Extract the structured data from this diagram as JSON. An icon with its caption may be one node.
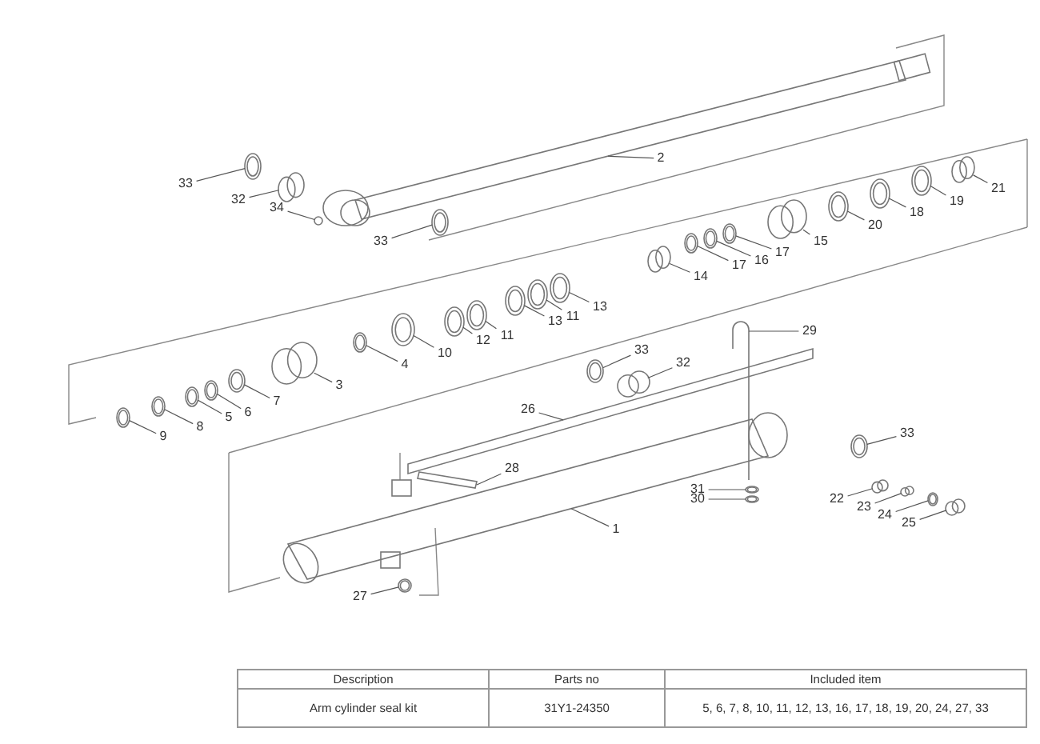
{
  "diagram": {
    "nodes": [
      {
        "text": [
          "2"
        ]
      },
      {
        "text": [
          "33"
        ]
      },
      {
        "text": [
          "32"
        ]
      },
      {
        "text": [
          "34"
        ]
      },
      {
        "text": [
          "33"
        ]
      },
      {
        "text": [
          "21"
        ]
      },
      {
        "text": [
          "19"
        ]
      },
      {
        "text": [
          "18"
        ]
      },
      {
        "text": [
          "20"
        ]
      },
      {
        "text": [
          "15"
        ]
      },
      {
        "text": [
          "17"
        ]
      },
      {
        "text": [
          "16"
        ]
      },
      {
        "text": [
          "17"
        ]
      },
      {
        "text": [
          "14"
        ]
      },
      {
        "text": [
          "13"
        ]
      },
      {
        "text": [
          "11"
        ]
      },
      {
        "text": [
          "13"
        ]
      },
      {
        "text": [
          "11"
        ]
      },
      {
        "text": [
          "12"
        ]
      },
      {
        "text": [
          "10"
        ]
      },
      {
        "text": [
          "4"
        ]
      },
      {
        "text": [
          "3"
        ]
      },
      {
        "text": [
          "7"
        ]
      },
      {
        "text": [
          "6"
        ]
      },
      {
        "text": [
          "5"
        ]
      },
      {
        "text": [
          "8"
        ]
      },
      {
        "text": [
          "9"
        ]
      },
      {
        "text": [
          "33"
        ]
      },
      {
        "text": [
          "29"
        ]
      },
      {
        "text": [
          "32"
        ]
      },
      {
        "text": [
          "26"
        ]
      },
      {
        "text": [
          "33"
        ]
      },
      {
        "text": [
          "28"
        ]
      },
      {
        "text": [
          "31"
        ]
      },
      {
        "text": [
          "30"
        ]
      },
      {
        "text": [
          "1"
        ]
      },
      {
        "text": [
          "22"
        ]
      },
      {
        "text": [
          "23"
        ]
      },
      {
        "text": [
          "24"
        ]
      },
      {
        "text": [
          "25"
        ]
      },
      {
        "text": [
          "27"
        ]
      },
      {
        "text": [],
        "shape": "bar"
      },
      {
        "text": [],
        "shape": "ring"
      },
      {
        "text": [],
        "shape": "cylinder"
      },
      {
        "text": [],
        "shape": "circle"
      },
      {
        "text": [],
        "shape": "ring"
      },
      {
        "text": [],
        "shape": "cylinder"
      },
      {
        "text": [],
        "shape": "ring"
      },
      {
        "text": [],
        "shape": "ring"
      },
      {
        "text": [],
        "shape": "ring"
      },
      {
        "text": [],
        "shape": "cylinder"
      },
      {
        "text": [],
        "shape": "ring"
      },
      {
        "text": [],
        "shape": "ring"
      },
      {
        "text": [],
        "shape": "ring"
      },
      {
        "text": [],
        "shape": "cylinder"
      },
      {
        "text": [],
        "shape": "ring"
      },
      {
        "text": [],
        "shape": "ring"
      },
      {
        "text": [],
        "shape": "ring"
      },
      {
        "text": [],
        "shape": "ring"
      },
      {
        "text": [],
        "shape": "ring"
      },
      {
        "text": [],
        "shape": "ring"
      },
      {
        "text": [],
        "shape": "ring"
      },
      {
        "text": [],
        "shape": "cylinder"
      },
      {
        "text": [],
        "shape": "ring"
      },
      {
        "text": [],
        "shape": "ring"
      },
      {
        "text": [],
        "shape": "ring"
      },
      {
        "text": [],
        "shape": "ring"
      },
      {
        "text": [],
        "shape": "ring"
      },
      {
        "text": [],
        "shape": "ring"
      },
      {
        "text": [],
        "shape": "pipe"
      },
      {
        "text": [],
        "shape": "cylinder"
      },
      {
        "text": [],
        "shape": "pipe"
      },
      {
        "text": [],
        "shape": "ring"
      },
      {
        "text": [],
        "shape": "bolt"
      },
      {
        "text": [],
        "shape": "ring"
      },
      {
        "text": [],
        "shape": "ring"
      },
      {
        "text": [],
        "shape": "bar"
      },
      {
        "text": [],
        "shape": "cylinder"
      },
      {
        "text": [],
        "shape": "cylinder"
      },
      {
        "text": [],
        "shape": "ring"
      },
      {
        "text": [],
        "shape": "cylinder"
      },
      {
        "text": [],
        "shape": "ring"
      }
    ],
    "edges": [
      {
        "from": 0,
        "to": 41,
        "arrow": "none"
      },
      {
        "from": 1,
        "to": 42,
        "arrow": "none"
      },
      {
        "from": 2,
        "to": 43,
        "arrow": "none"
      },
      {
        "from": 3,
        "to": 44,
        "arrow": "none"
      },
      {
        "from": 4,
        "to": 45,
        "arrow": "none"
      },
      {
        "from": 5,
        "to": 46,
        "arrow": "none"
      },
      {
        "from": 6,
        "to": 47,
        "arrow": "none"
      },
      {
        "from": 7,
        "to": 48,
        "arrow": "none"
      },
      {
        "from": 8,
        "to": 49,
        "arrow": "none"
      },
      {
        "from": 9,
        "to": 50,
        "arrow": "none"
      },
      {
        "from": 10,
        "to": 51,
        "arrow": "none"
      },
      {
        "from": 11,
        "to": 52,
        "arrow": "none"
      },
      {
        "from": 12,
        "to": 53,
        "arrow": "none"
      },
      {
        "from": 13,
        "to": 54,
        "arrow": "none"
      },
      {
        "from": 14,
        "to": 55,
        "arrow": "none"
      },
      {
        "from": 15,
        "to": 56,
        "arrow": "none"
      },
      {
        "from": 16,
        "to": 57,
        "arrow": "none"
      },
      {
        "from": 17,
        "to": 58,
        "arrow": "none"
      },
      {
        "from": 18,
        "to": 59,
        "arrow": "none"
      },
      {
        "from": 19,
        "to": 60,
        "arrow": "none"
      },
      {
        "from": 20,
        "to": 61,
        "arrow": "none"
      },
      {
        "from": 21,
        "to": 62,
        "arrow": "none"
      },
      {
        "from": 22,
        "to": 63,
        "arrow": "none"
      },
      {
        "from": 23,
        "to": 64,
        "arrow": "none"
      },
      {
        "from": 24,
        "to": 65,
        "arrow": "none"
      },
      {
        "from": 25,
        "to": 66,
        "arrow": "none"
      },
      {
        "from": 26,
        "to": 67,
        "arrow": "none"
      },
      {
        "from": 27,
        "to": 68,
        "arrow": "none"
      },
      {
        "from": 28,
        "to": 69,
        "arrow": "none"
      },
      {
        "from": 29,
        "to": 70,
        "arrow": "none"
      },
      {
        "from": 30,
        "to": 71,
        "arrow": "none"
      },
      {
        "from": 31,
        "to": 72,
        "arrow": "none"
      },
      {
        "from": 32,
        "to": 73,
        "arrow": "none"
      },
      {
        "from": 33,
        "to": 74,
        "arrow": "none"
      },
      {
        "from": 34,
        "to": 75,
        "arrow": "none"
      },
      {
        "from": 35,
        "to": 76,
        "arrow": "none"
      },
      {
        "from": 36,
        "to": 77,
        "arrow": "none"
      },
      {
        "from": 37,
        "to": 78,
        "arrow": "none"
      },
      {
        "from": 38,
        "to": 79,
        "arrow": "none"
      },
      {
        "from": 39,
        "to": 80,
        "arrow": "none"
      },
      {
        "from": 40,
        "to": 81,
        "arrow": "none"
      }
    ],
    "labels": [
      "Description",
      "Parts no",
      "Included item",
      "Arm cylinder seal kit",
      "31Y1-24350",
      "5, 6, 7, 8, 10, 11, 12, 13, 16, 17, 18, 19, 20, 24, 27, 33"
    ]
  }
}
